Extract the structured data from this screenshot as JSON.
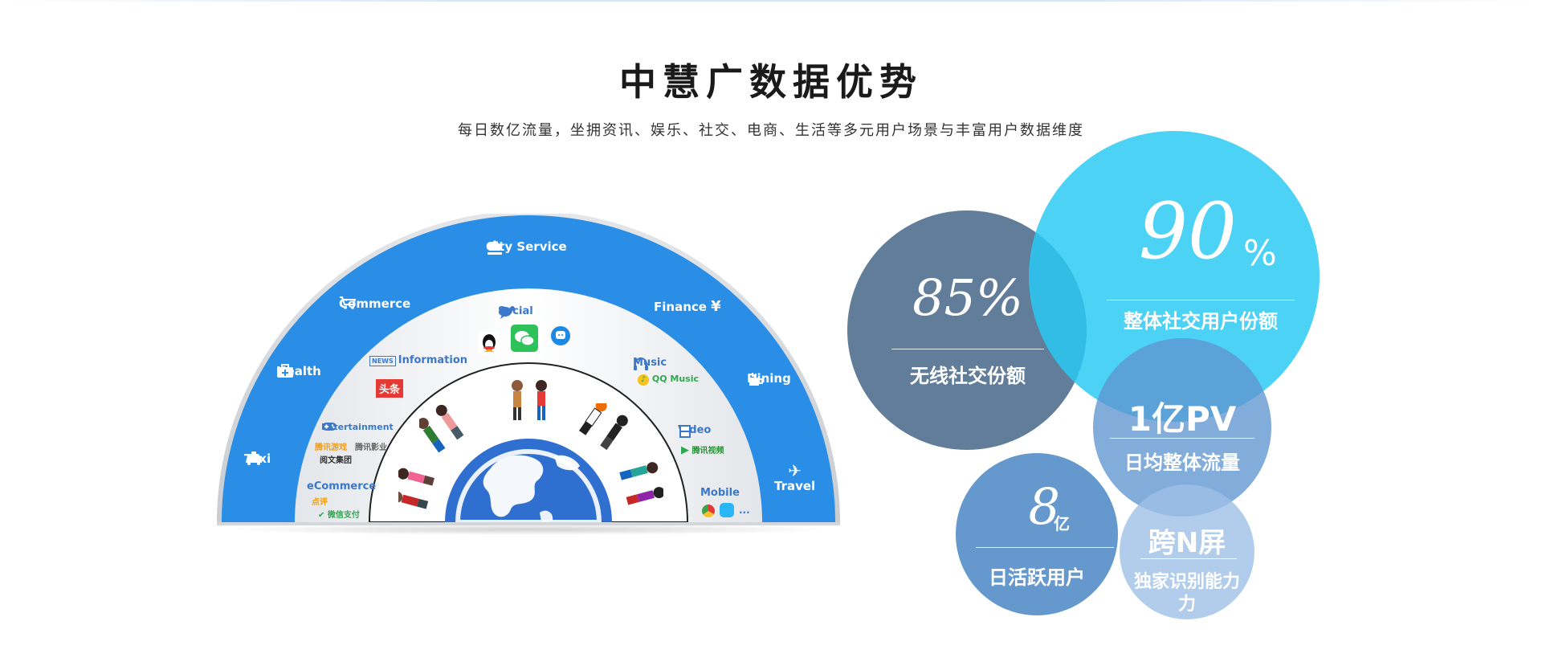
{
  "header": {
    "title": "中慧广数据优势",
    "subtitle": "每日数亿流量，坐拥资讯、娱乐、社交、电商、生活等多元用户场景与丰富用户数据维度"
  },
  "dome": {
    "outer_ring": {
      "city_service": "City Service",
      "commerce": "Commerce",
      "finance": "Finance",
      "health": "Health",
      "dining": "Dining",
      "taxi": "Taxi",
      "travel": "Travel"
    },
    "inner_ring": {
      "social": "Social",
      "information": "Information",
      "music": "Music",
      "entertainment": "Entertainment",
      "video": "Video",
      "ecommerce": "eCommerce",
      "mobile": "Mobile",
      "more": "..."
    },
    "logos": {
      "toutiao": "头条",
      "qq_music": "QQ Music",
      "tencent_video": "腾讯视频",
      "tencent_games": "腾讯游戏",
      "yuewen": "阅文集团",
      "weishi": "腾讯影业",
      "dianping": "点评",
      "wechat_pay": "微信支付"
    },
    "colors": {
      "outer": "#2a8de6",
      "inner_bg": "#f2f4f6",
      "globe": "#2f6fd0"
    }
  },
  "stats": [
    {
      "value": "85%",
      "label": "无线社交份额",
      "color": "#35597e"
    },
    {
      "value": "90",
      "unit": "%",
      "label": "整体社交用户份额",
      "color": "#29c9f3"
    },
    {
      "value": "1亿PV",
      "label": "日均整体流量",
      "color": "#5f95cf"
    },
    {
      "value": "8",
      "unit": "亿",
      "label": "日活跃用户",
      "color": "#3f7fc0"
    },
    {
      "value": "跨N屏",
      "label": "独家识别能力",
      "label2": "力",
      "color": "#9ec1e6"
    }
  ]
}
